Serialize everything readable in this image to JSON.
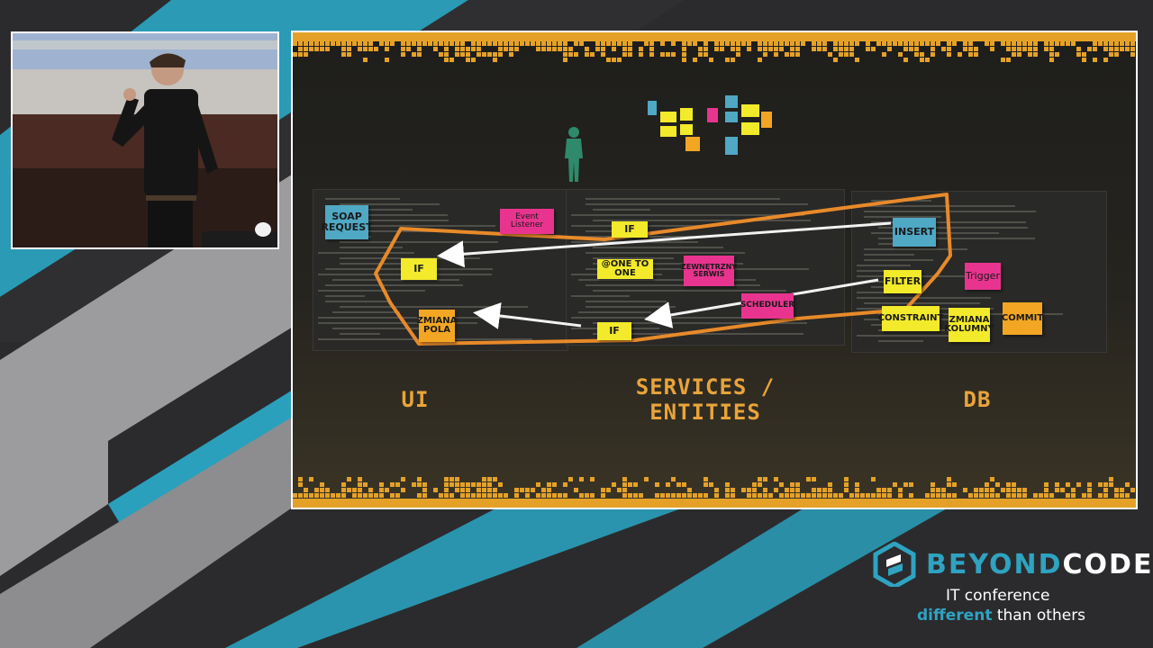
{
  "slide": {
    "labels": {
      "ui": "UI",
      "services_line1": "SERVICES /",
      "services_line2": "ENTITIES",
      "db": "DB"
    },
    "stickies": {
      "soap_request": "SOAP REQUEST",
      "event_listener": "Event Listener",
      "if_ui": "IF",
      "zmiana_pola": "ZMIANA POLA",
      "if_services_top": "IF",
      "one_to_one": "@ONE TO ONE",
      "zewnetrzny_serwis": "ZEWNĘTRZNY SERWIS",
      "scheduler": "SCHEDULER",
      "if_services_bottom": "IF",
      "insert": "INSERT",
      "filter": "FILTER",
      "trigger": "Trigger",
      "constraint": "CONSTRAINT",
      "zmiana_kolumny": "ZMIANA KOLUMNY",
      "commit": "COMMIT"
    },
    "colors": {
      "label": "#e9a43a",
      "yellow": "#f2ea2a",
      "orange": "#f2a623",
      "blue": "#4fa8c4",
      "pink": "#e8348f",
      "outline": "#e88a2a"
    }
  },
  "branding": {
    "logo_word_1": "BEYOND",
    "logo_word_2": "CODE",
    "tagline_line1": "IT conference",
    "tagline_highlight": "different",
    "tagline_rest": " than others",
    "brand_color": "#2fa3c1"
  }
}
